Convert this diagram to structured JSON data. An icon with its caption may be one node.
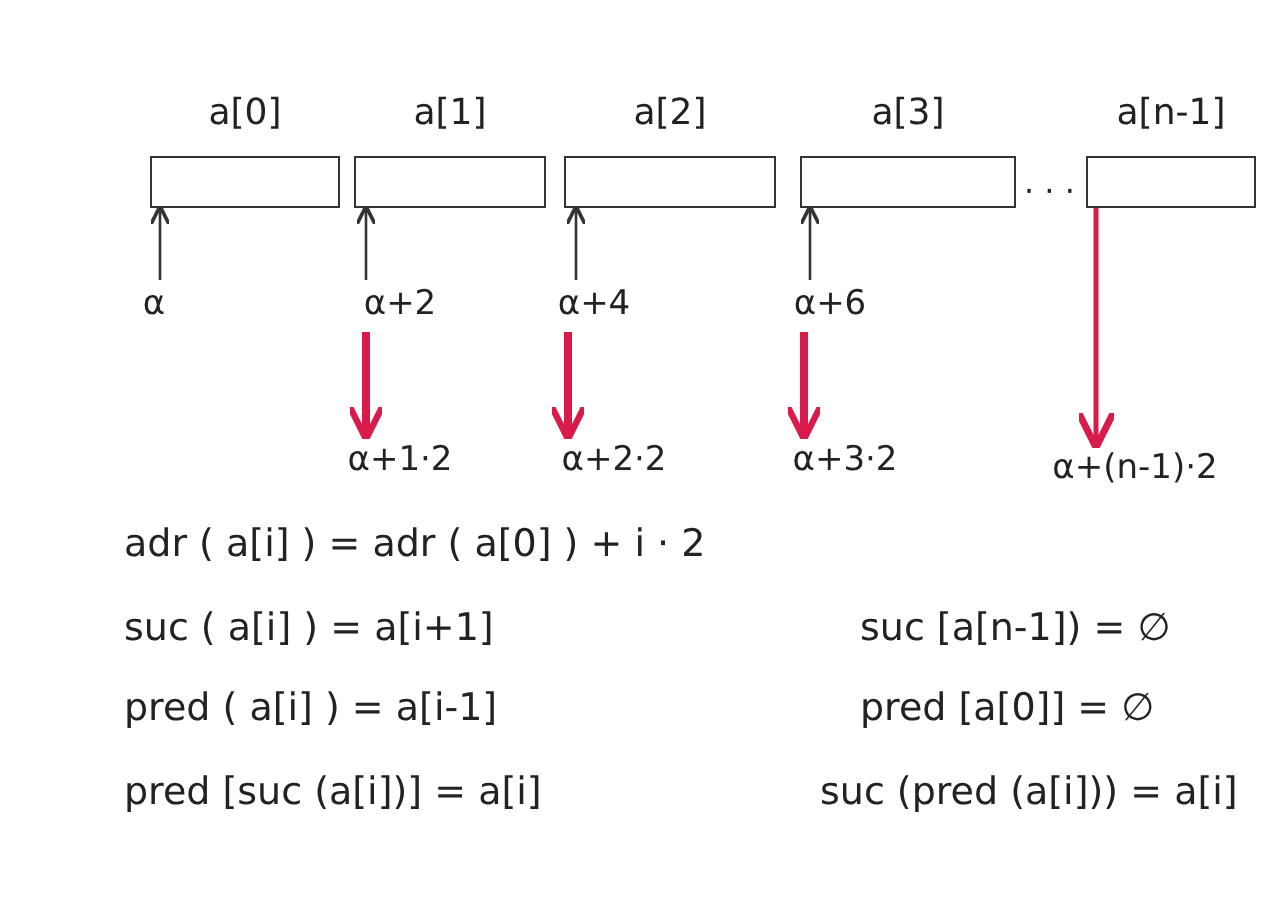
{
  "diagram": {
    "nodes": [
      {
        "text": [
          "a[0]"
        ]
      },
      {
        "text": [
          "a[1]"
        ]
      },
      {
        "text": [
          "a[2]"
        ]
      },
      {
        "text": [
          "a[3]"
        ]
      },
      {
        "text": [
          "a[n-1]"
        ]
      },
      {
        "text": [
          "α"
        ]
      },
      {
        "text": [
          "α+2"
        ]
      },
      {
        "text": [
          "α+4"
        ]
      },
      {
        "text": [
          "α+6"
        ]
      },
      {
        "text": [
          "α+1·2"
        ]
      },
      {
        "text": [
          "α+2·2"
        ]
      },
      {
        "text": [
          "α+3·2"
        ]
      },
      {
        "text": [
          "α+(n-1)·2"
        ]
      }
    ],
    "edges": [
      {
        "from": 5,
        "to": 0,
        "arrow": "to"
      },
      {
        "from": 6,
        "to": 1,
        "arrow": "to"
      },
      {
        "from": 7,
        "to": 2,
        "arrow": "to"
      },
      {
        "from": 8,
        "to": 3,
        "arrow": "to"
      },
      {
        "from": 6,
        "to": 9,
        "arrow": "to",
        "style": "thick",
        "color": "#d81b4a"
      },
      {
        "from": 7,
        "to": 10,
        "arrow": "to",
        "style": "thick",
        "color": "#d81b4a"
      },
      {
        "from": 8,
        "to": 11,
        "arrow": "to",
        "style": "thick",
        "color": "#d81b4a"
      },
      {
        "from": 4,
        "to": 12,
        "arrow": "to",
        "color": "#d81b4a"
      }
    ],
    "labels": [
      "· · ·",
      "adr ( a[i] ) = adr ( a[0] ) + i · 2",
      "suc ( a[i] ) = a[i+1]",
      "suc [a[n-1]) = ∅",
      "pred ( a[i] ) = a[i-1]",
      "pred [a[0]] = ∅",
      "pred [suc (a[i])] = a[i]",
      "suc (pred (a[i])) = a[i]"
    ]
  }
}
